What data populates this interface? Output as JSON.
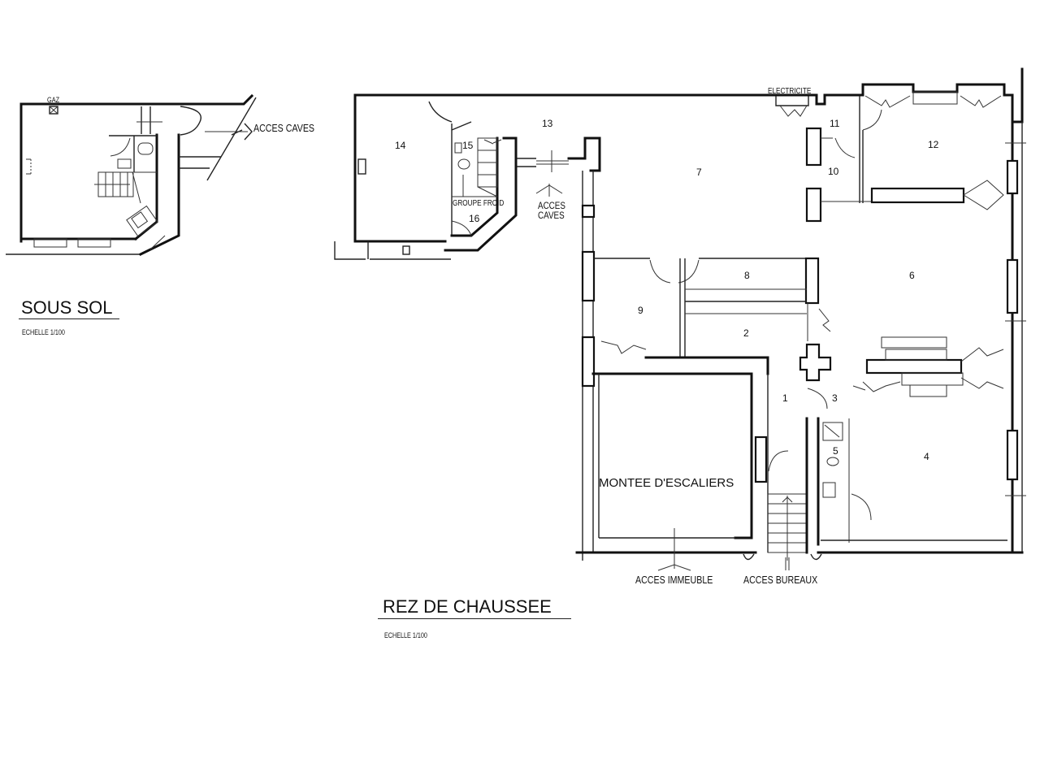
{
  "plans": {
    "basement": {
      "title": "SOUS SOL",
      "scale": "ECHELLE  1/100",
      "labels": {
        "gas": "GAZ",
        "cellar_access": "ACCES CAVES"
      }
    },
    "ground_floor": {
      "title": "REZ DE CHAUSSEE",
      "scale": "ECHELLE  1/100",
      "labels": {
        "electricity": "ELECTRICITE",
        "cellar_access_line1": "ACCES",
        "cellar_access_line2": "CAVES",
        "cold_unit": "GROUPE FROID",
        "stairwell": "MONTEE D'ESCALIERS",
        "building_access": "ACCES IMMEUBLE",
        "office_access": "ACCES BUREAUX"
      },
      "rooms": [
        {
          "id": "1",
          "label": "1"
        },
        {
          "id": "2",
          "label": "2"
        },
        {
          "id": "3",
          "label": "3"
        },
        {
          "id": "4",
          "label": "4"
        },
        {
          "id": "5",
          "label": "5"
        },
        {
          "id": "6",
          "label": "6"
        },
        {
          "id": "7",
          "label": "7"
        },
        {
          "id": "8",
          "label": "8"
        },
        {
          "id": "9",
          "label": "9"
        },
        {
          "id": "10",
          "label": "10"
        },
        {
          "id": "11",
          "label": "11"
        },
        {
          "id": "12",
          "label": "12"
        },
        {
          "id": "13",
          "label": "13"
        },
        {
          "id": "14",
          "label": "14"
        },
        {
          "id": "15",
          "label": "15"
        },
        {
          "id": "16",
          "label": "16"
        }
      ]
    }
  }
}
